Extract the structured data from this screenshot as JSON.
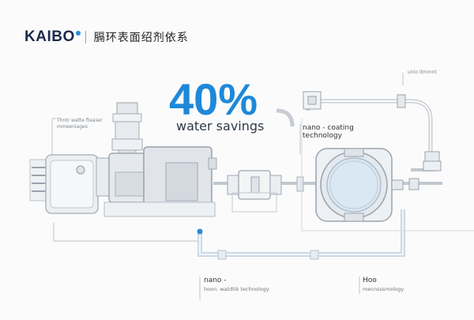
{
  "brand": {
    "logo_text": "KAIBO",
    "subtitle": "膈环表面绍剂依系"
  },
  "headline": {
    "percent": "40%",
    "caption": "water savings"
  },
  "callouts": {
    "top_right": "unio itmmnt",
    "left_top_line1": "Thntr watte fteaser",
    "left_top_line2": "mmeeniages",
    "nano_coating_line1": "nano - coating",
    "nano_coating_line2": "technology",
    "bottom_left_line1": "nano -",
    "bottom_left_line2": "hoon. watdtik technology",
    "bottom_right_line1": "Hoo",
    "bottom_right_line2": "mecnsssmology"
  },
  "colors": {
    "accent_blue": "#1e88d9",
    "line_gray": "#c9cfd6",
    "pipe_blue": "#a9cbe6",
    "dot_blue": "#2a8bd6"
  }
}
